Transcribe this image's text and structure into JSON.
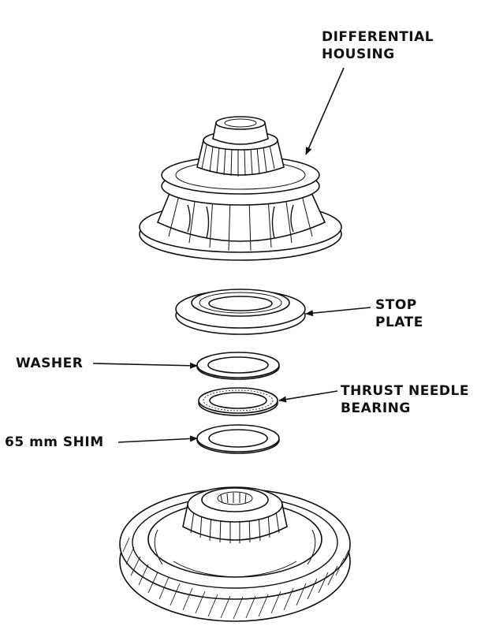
{
  "labels": {
    "differential_housing": [
      "DIFFERENTIAL",
      "HOUSING"
    ],
    "stop_plate": [
      "STOP",
      "PLATE"
    ],
    "washer": "WASHER",
    "thrust_needle_bearing": [
      "THRUST NEEDLE",
      "BEARING"
    ],
    "shim": "65 mm SHIM"
  },
  "ink_color": "#111111",
  "paper_color": "#ffffff"
}
